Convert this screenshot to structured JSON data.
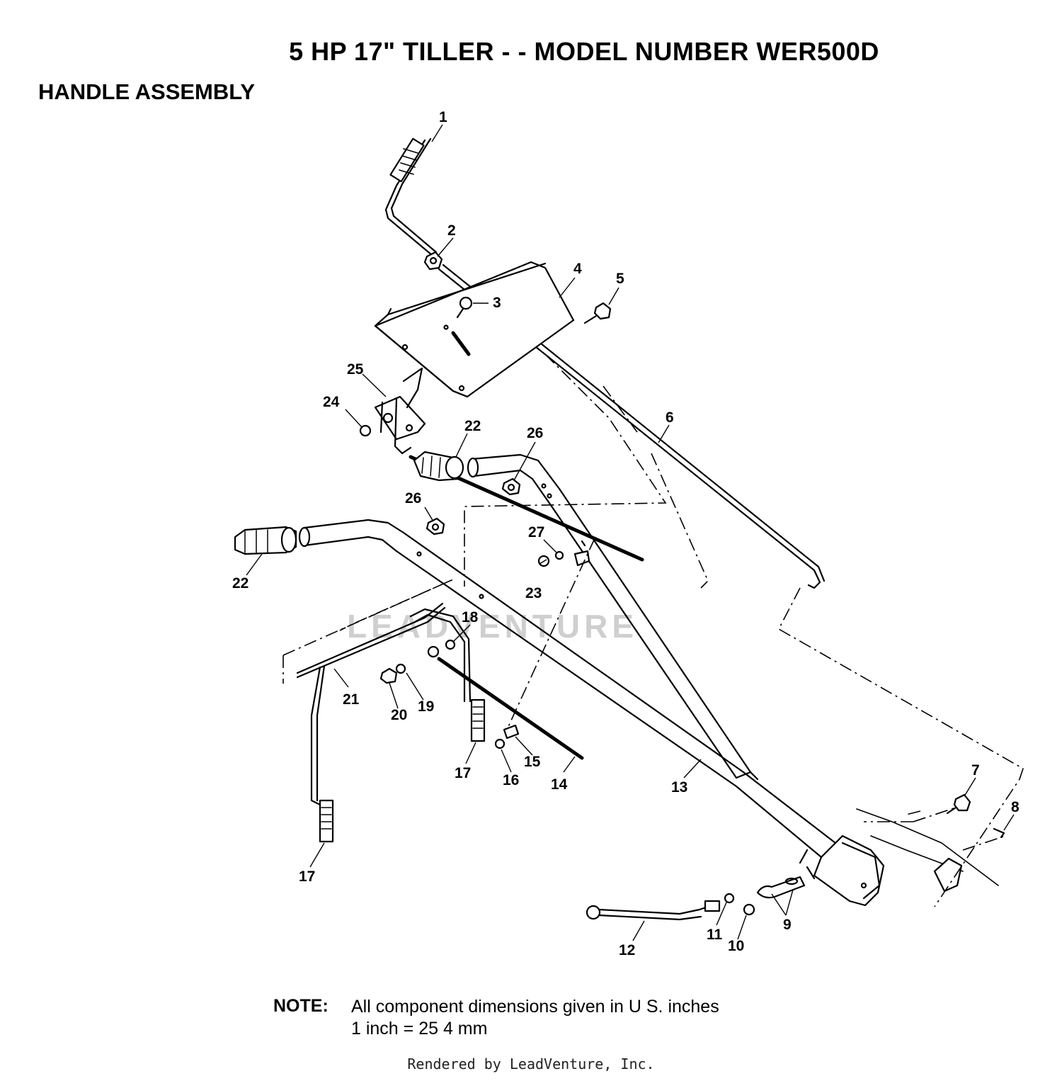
{
  "header": {
    "title": "5 HP 17\" TILLER - - MODEL NUMBER WER500D",
    "subtitle": "HANDLE ASSEMBLY"
  },
  "watermark": "LEADVENTURE",
  "callouts": [
    {
      "id": "c1",
      "label": "1"
    },
    {
      "id": "c2",
      "label": "2"
    },
    {
      "id": "c3",
      "label": "3"
    },
    {
      "id": "c4",
      "label": "4"
    },
    {
      "id": "c5",
      "label": "5"
    },
    {
      "id": "c6",
      "label": "6"
    },
    {
      "id": "c7",
      "label": "7"
    },
    {
      "id": "c8",
      "label": "8"
    },
    {
      "id": "c9",
      "label": "9"
    },
    {
      "id": "c10",
      "label": "10"
    },
    {
      "id": "c11",
      "label": "11"
    },
    {
      "id": "c12",
      "label": "12"
    },
    {
      "id": "c13",
      "label": "13"
    },
    {
      "id": "c14",
      "label": "14"
    },
    {
      "id": "c15",
      "label": "15"
    },
    {
      "id": "c16",
      "label": "16"
    },
    {
      "id": "c17a",
      "label": "17"
    },
    {
      "id": "c17b",
      "label": "17"
    },
    {
      "id": "c18",
      "label": "18"
    },
    {
      "id": "c19",
      "label": "19"
    },
    {
      "id": "c20",
      "label": "20"
    },
    {
      "id": "c21",
      "label": "21"
    },
    {
      "id": "c22a",
      "label": "22"
    },
    {
      "id": "c22b",
      "label": "22"
    },
    {
      "id": "c23",
      "label": "23"
    },
    {
      "id": "c24",
      "label": "24"
    },
    {
      "id": "c25",
      "label": "25"
    },
    {
      "id": "c26a",
      "label": "26"
    },
    {
      "id": "c26b",
      "label": "26"
    },
    {
      "id": "c27",
      "label": "27"
    }
  ],
  "note": {
    "label": "NOTE:",
    "line1": "All component dimensions given in U S. inches",
    "line2": "1 inch = 25 4 mm"
  },
  "footer": "Rendered by LeadVenture, Inc."
}
